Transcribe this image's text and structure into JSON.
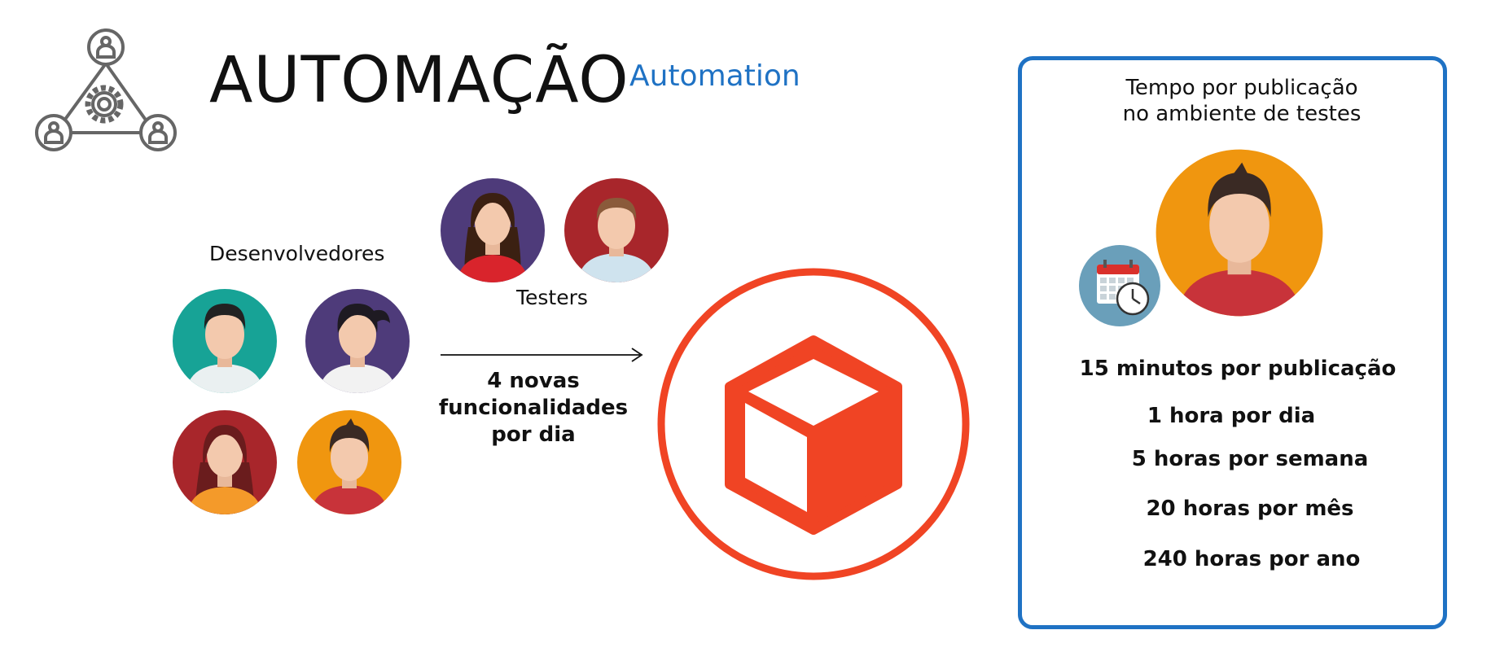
{
  "header": {
    "title": "AUTOMAÇÃO",
    "subtitle": "Automation"
  },
  "left": {
    "developers_label": "Desenvolvedores",
    "testers_label": "Testers",
    "arrow_note": [
      "4 novas",
      "funcionalidades",
      "por dia"
    ]
  },
  "panel": {
    "title_lines": [
      "Tempo por publicação",
      "no ambiente de testes"
    ],
    "stats": [
      "15 minutos por publicação",
      "1 hora por dia",
      "5 horas por semana",
      "20 horas por mês",
      "240 horas por ano"
    ]
  },
  "colors": {
    "accent_blue": "#1f72c4",
    "package_red": "#f04424",
    "teal": "#17a396",
    "purple": "#4e3b7a",
    "dark_red": "#a8262b",
    "orange": "#f0960f",
    "calendar_blue": "#6a9fba"
  },
  "icons": {
    "logo": "team-gear-icon",
    "package": "package-box-icon",
    "calendar": "calendar-clock-icon"
  }
}
